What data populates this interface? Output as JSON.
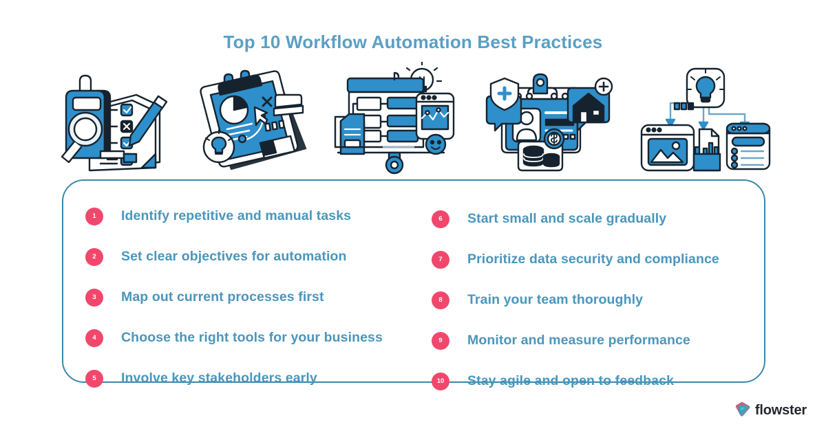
{
  "header": {
    "title": "Top 10 Workflow Automation Best Practices"
  },
  "colors": {
    "title_blue": "#5A9FC4",
    "item_blue": "#4A96BC",
    "badge_pink": "#F2476C",
    "panel_border": "#3789A9",
    "illustration_blue": "#2E8FCB",
    "illustration_dark": "#16232E",
    "logo_text": "#23272E",
    "logo_pink": "#F2476C",
    "logo_teal": "#2BB3C0",
    "background": "#FFFFFF"
  },
  "list": {
    "left_column": [
      {
        "number": "1",
        "label": "Identify repetitive and manual tasks"
      },
      {
        "number": "2",
        "label": "Set clear objectives for automation"
      },
      {
        "number": "3",
        "label": "Map out current processes first"
      },
      {
        "number": "4",
        "label": "Choose the right tools for your business"
      },
      {
        "number": "5",
        "label": "Involve key stakeholders early"
      }
    ],
    "right_column": [
      {
        "number": "6",
        "label": "Start small and scale gradually"
      },
      {
        "number": "7",
        "label": "Prioritize data security and compliance"
      },
      {
        "number": "8",
        "label": "Train your team thoroughly"
      },
      {
        "number": "9",
        "label": "Monitor and measure performance"
      },
      {
        "number": "10",
        "label": "Stay agile and open to feedback"
      }
    ]
  },
  "illustrations": [
    {
      "name": "clipboard-checklist-magnifier",
      "alt": "Clipboard with checklist, magnifying glass and pen"
    },
    {
      "name": "clipboard-chart-lightbulb",
      "alt": "Tilted clipboard with pie chart, cursor arrow and lightbulb badge"
    },
    {
      "name": "flowchart-board-analytics",
      "alt": "Presentation board with flowchart, lightbulb, analytics window and documents"
    },
    {
      "name": "clipboard-person-security-assets",
      "alt": "Clipboard with user avatar, security shield, house and coins"
    },
    {
      "name": "idea-distribution-nodes",
      "alt": "Lightbulb node branching with arrows to image card, report document and checklist card"
    }
  ],
  "logo": {
    "brand": "flowster",
    "mark": "flowster-arrow-mark"
  }
}
